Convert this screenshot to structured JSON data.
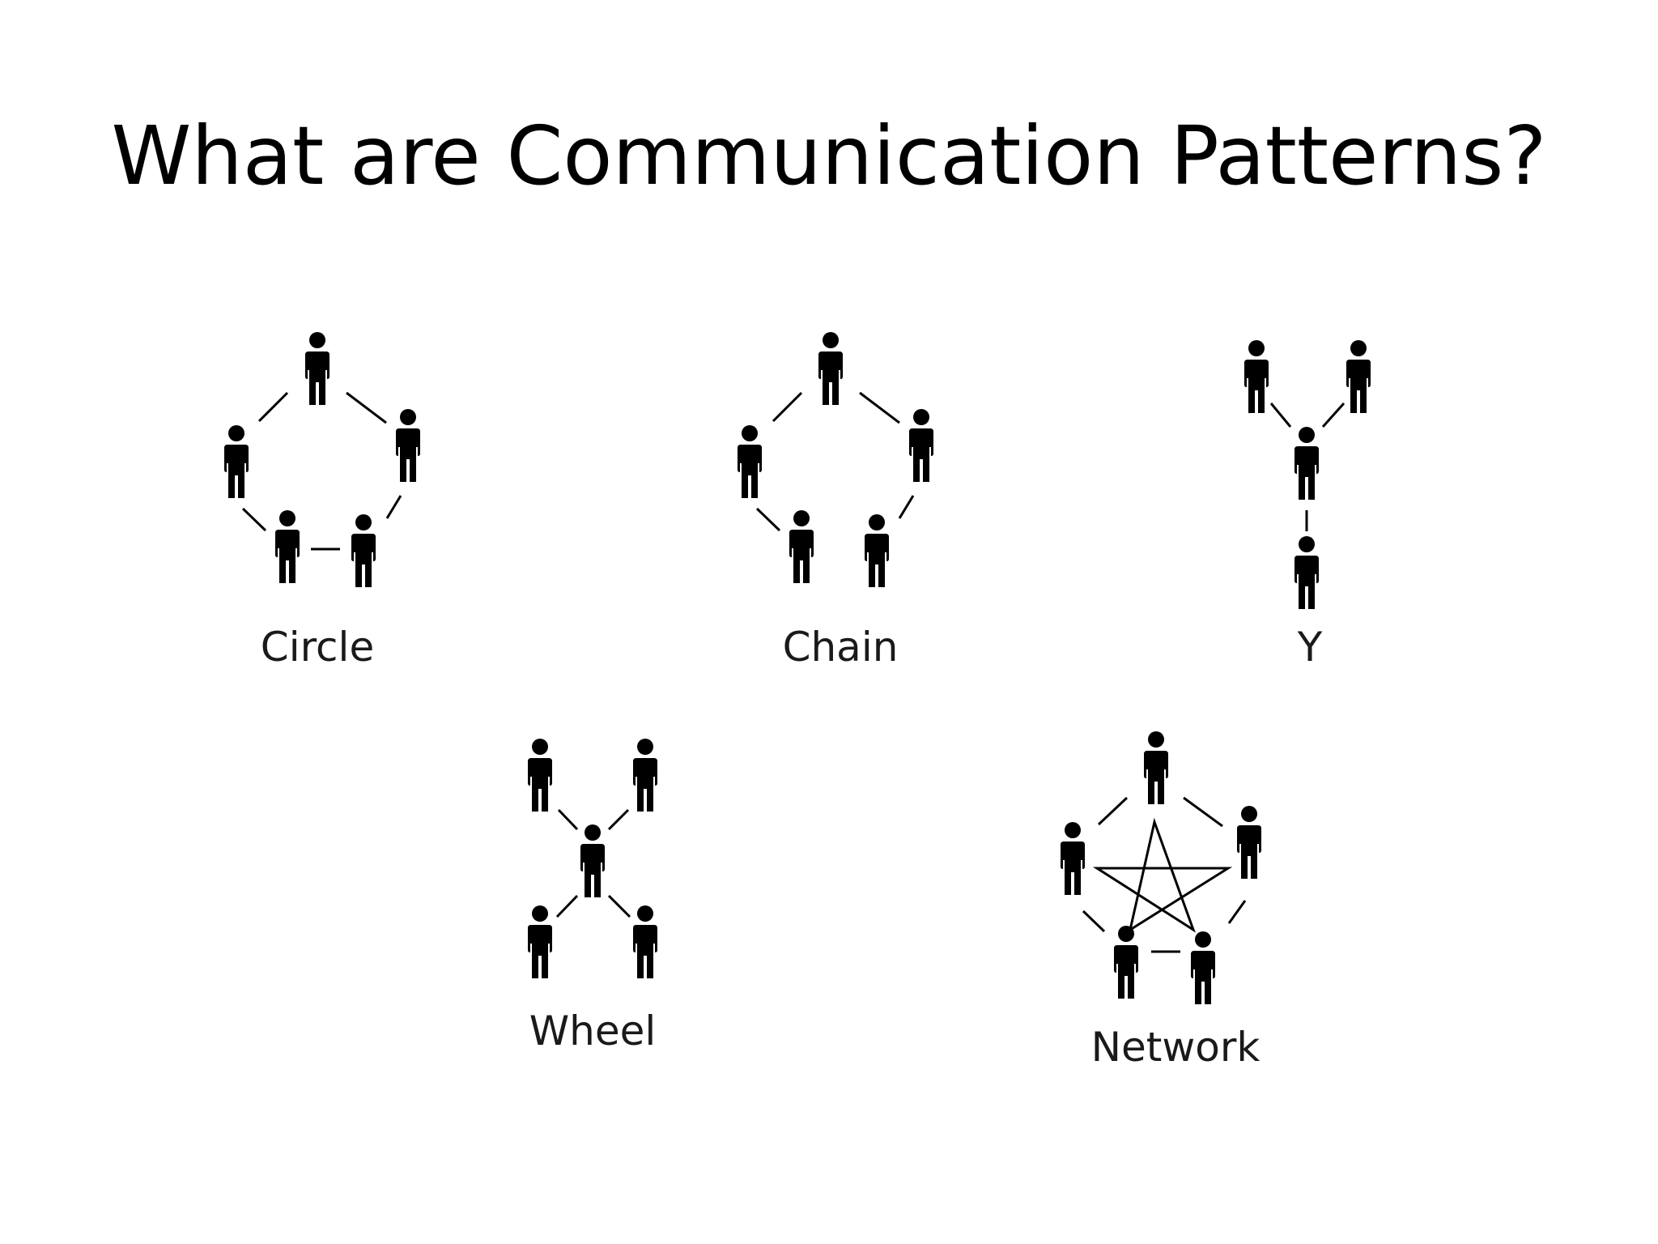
{
  "slide": {
    "title": "What are Communication Patterns?"
  },
  "patterns": [
    {
      "id": "circle",
      "label": "Circle"
    },
    {
      "id": "chain",
      "label": "Chain"
    },
    {
      "id": "y",
      "label": "Y"
    },
    {
      "id": "wheel",
      "label": "Wheel"
    },
    {
      "id": "network",
      "label": "Network"
    }
  ],
  "icons": {
    "person": "person-icon"
  }
}
